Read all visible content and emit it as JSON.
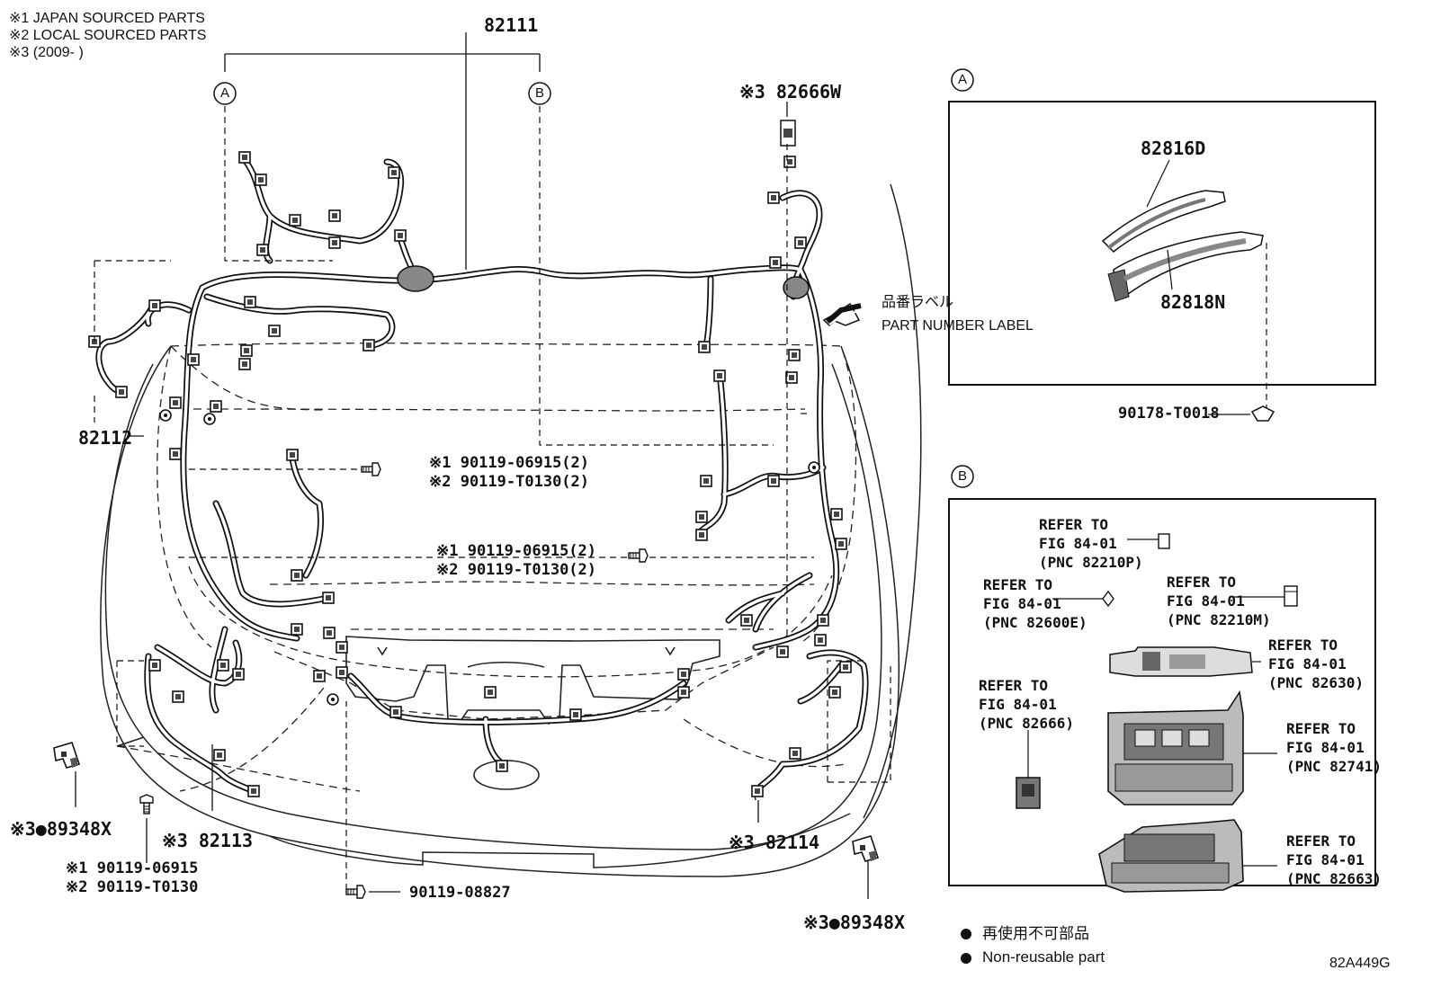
{
  "notes": [
    "※1 JAPAN SOURCED PARTS",
    "※2 LOCAL SOURCED PARTS",
    "※3 (2009-      )"
  ],
  "callouts": {
    "A": "A",
    "B": "B"
  },
  "parts": {
    "p82111": "82111",
    "p82112": "82112",
    "p82666W": "※3 82666W",
    "p82816D": "82816D",
    "p82818N": "82818N",
    "p90178": "90178-T0018",
    "p82113": "※3 82113",
    "p82114": "※3 82114",
    "p89348X_left": "※3●89348X",
    "p89348X_right": "※3●89348X",
    "p90119_08827": "90119-08827",
    "bolt_mid_1": "※1 90119-06915(2)",
    "bolt_mid_2": "※2 90119-T0130(2)",
    "bolt_right_1": "※1 90119-06915(2)",
    "bolt_right_2": "※2 90119-T0130(2)",
    "bolt_left_1": "※1 90119-06915",
    "bolt_left_2": "※2 90119-T0130"
  },
  "label_text": {
    "jp": "品番ラベル",
    "en": "PART NUMBER LABEL"
  },
  "refer": {
    "r82210P": "REFER TO\nFIG 84-01\n(PNC 82210P)",
    "r82600E": "REFER TO\nFIG 84-01\n(PNC 82600E)",
    "r82210M": "REFER TO\nFIG 84-01\n(PNC 82210M)",
    "r82630": "REFER TO\nFIG 84-01\n(PNC 82630)",
    "r82666": "REFER TO\nFIG 84-01\n(PNC 82666)",
    "r82741": "REFER TO\nFIG 84-01\n(PNC 82741)",
    "r82663": "REFER TO\nFIG 84-01\n(PNC 82663)"
  },
  "legend": {
    "jp": "再使用不可部品",
    "en": "Non-reusable part"
  },
  "figure_id": "82A449G"
}
